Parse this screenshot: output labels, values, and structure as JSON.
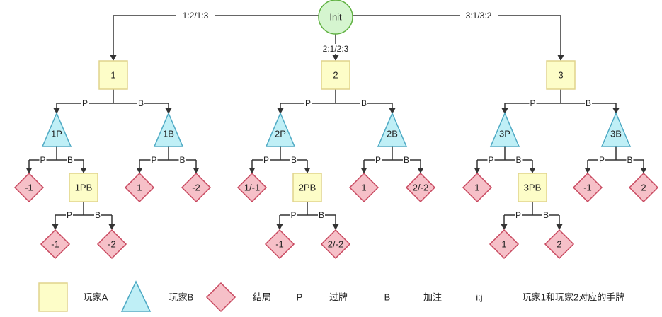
{
  "colors": {
    "root_fill": "#d5f5cf",
    "root_stroke": "#5fb141",
    "playerA_fill": "#fdfdc8",
    "playerA_stroke": "#e0d48c",
    "playerB_fill": "#bfeff6",
    "playerB_stroke": "#4da9c4",
    "terminal_fill": "#f6c0c8",
    "terminal_stroke": "#c8485f",
    "edge": "#333333"
  },
  "nodes": {
    "init": "Init",
    "a1": "1",
    "a2": "2",
    "a3": "3",
    "b1p": "1P",
    "b1b": "1B",
    "b2p": "2P",
    "b2b": "2B",
    "b3p": "3P",
    "b3b": "3B",
    "a1pb": "1PB",
    "a2pb": "2PB",
    "a3pb": "3PB",
    "t1": "-1",
    "t2": "1",
    "t3": "-2",
    "t4": "1/-1",
    "t5": "1",
    "t6": "2/-2",
    "t7": "1",
    "t8": "-1",
    "t9": "2",
    "t10": "-1",
    "t11": "-2",
    "t12": "-1",
    "t13": "2/-2",
    "t14": "1",
    "t15": "2"
  },
  "edge_labels": {
    "deal_left": "1:2/1:3",
    "deal_mid": "2:1/2:3",
    "deal_right": "3:1/3:2",
    "pass": "P",
    "bet": "B"
  },
  "legend": {
    "player_a": "玩家A",
    "player_b": "玩家B",
    "terminal": "结局",
    "pass_key": "P",
    "pass_desc": "过牌",
    "bet_key": "B",
    "bet_desc": "加注",
    "deal_key": "i:j",
    "deal_desc": "玩家1和玩家2对应的手牌"
  }
}
